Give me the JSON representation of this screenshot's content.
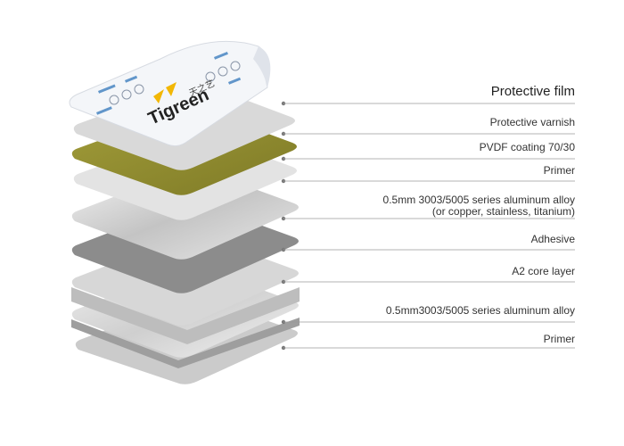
{
  "brand": {
    "logo_text": "Tigreen",
    "logo_cn": "天之艺"
  },
  "layers": [
    {
      "label": "Protective film",
      "color": "#f2f4f7"
    },
    {
      "label": "Protective varnish",
      "color": "#d9d9d9"
    },
    {
      "label": "PVDF coating 70/30",
      "color": "#8f8b2f"
    },
    {
      "label": "Primer",
      "color": "#e2e2e2"
    },
    {
      "label": "0.5mm 3003/5005 series aluminum alloy",
      "label2": "(or copper, stainless, titanium)",
      "color": "#c6c6c6"
    },
    {
      "label": "Adhesive",
      "color": "#8c8c8c"
    },
    {
      "label": "A2 core layer",
      "color": "#d2d2d2"
    },
    {
      "label": "0.5mm3003/5005 series aluminum alloy",
      "color": "#d6d6d6"
    },
    {
      "label": "Primer",
      "color": "#c9c9c9"
    }
  ],
  "colors": {
    "leader_line": "#9a9a9a",
    "dot": "#7a7a7a"
  }
}
